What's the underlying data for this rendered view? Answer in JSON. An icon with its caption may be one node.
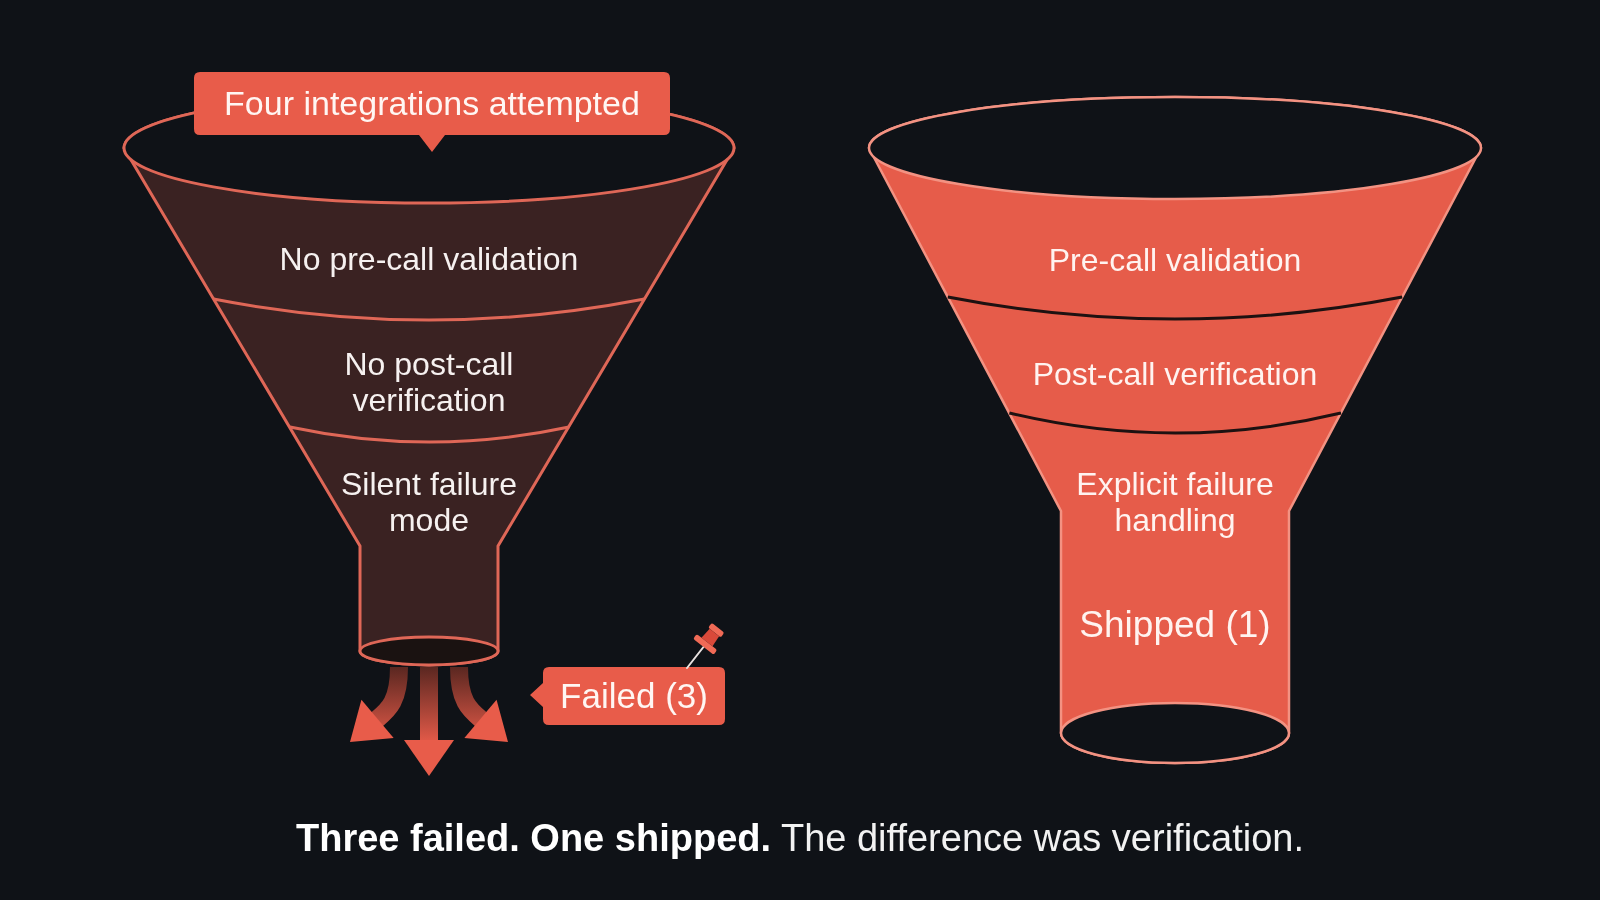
{
  "diagram": {
    "caption": "**Three failed. One shipped.** The difference was verification.",
    "nodes": [
      {
        "text": [
          "Four integrations attempted"
        ]
      },
      {
        "text": [],
        "shape": "funnel"
      },
      {
        "text": [
          "No pre-call validation"
        ],
        "in": 1
      },
      {
        "text": [
          "No post-call verification"
        ],
        "in": 1
      },
      {
        "text": [
          "Silent failure mode"
        ],
        "in": 1
      },
      {
        "text": [
          "Failed (3)"
        ]
      },
      {
        "text": [],
        "shape": "funnel"
      },
      {
        "text": [
          "Pre-call validation"
        ],
        "in": 6
      },
      {
        "text": [
          "Post-call verification"
        ],
        "in": 6
      },
      {
        "text": [
          "Explicit failure handling"
        ],
        "in": 6
      },
      {
        "text": [
          "Shipped (1)"
        ],
        "in": 6
      }
    ],
    "edges": [
      {
        "from": 1,
        "to": null,
        "arrow": "to"
      },
      {
        "from": 1,
        "to": null,
        "arrow": "to"
      },
      {
        "from": 1,
        "to": null,
        "arrow": "to"
      }
    ]
  }
}
